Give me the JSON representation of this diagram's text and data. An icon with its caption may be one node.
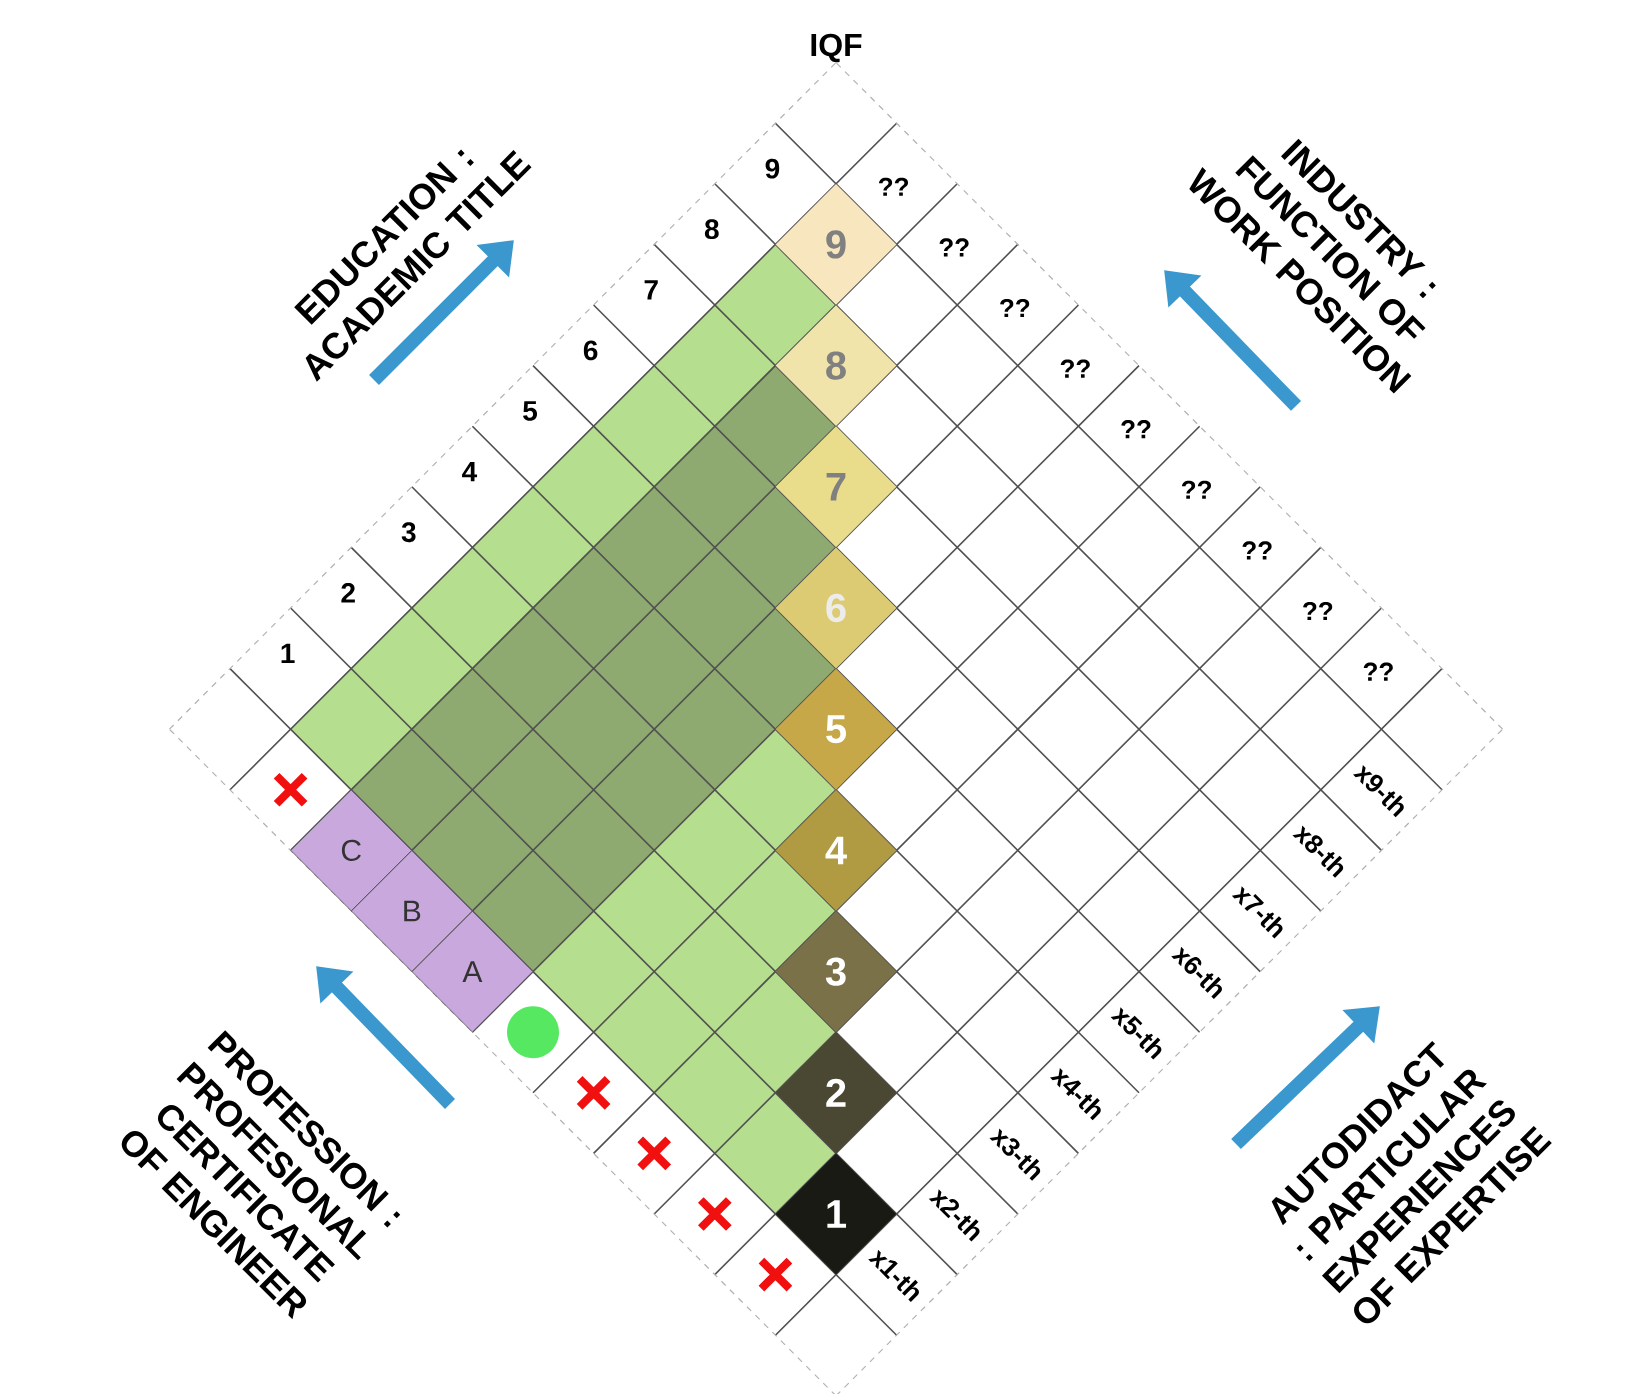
{
  "diagram": {
    "title": "IQF",
    "nodes": [
      {
        "text": [
          "1"
        ]
      },
      {
        "text": [
          "2"
        ]
      },
      {
        "text": [
          "3"
        ]
      },
      {
        "text": [
          "4"
        ]
      },
      {
        "text": [
          "5"
        ]
      },
      {
        "text": [
          "6"
        ]
      },
      {
        "text": [
          "7"
        ]
      },
      {
        "text": [
          "8"
        ]
      },
      {
        "text": [
          "9"
        ]
      },
      {
        "text": [
          "A"
        ]
      },
      {
        "text": [
          "B"
        ]
      },
      {
        "text": [
          "C"
        ]
      }
    ],
    "labels": [
      "EDUCATION : ACADEMIC TITLE",
      "INDUSTRY : FUNCTION OF WORK POSITION",
      "1",
      "2",
      "3",
      "4",
      "5",
      "6",
      "7",
      "8",
      "9",
      "??",
      "??",
      "??",
      "??",
      "??",
      "??",
      "??",
      "??",
      "??",
      "PROFESSION : PROFESIONAL CERTIFICATE OF ENGINEER",
      "AUTODIDACT : PARTICULAR EXPERIENCES OF EXPERTISE",
      "x1-th",
      "x2-th",
      "x3-th",
      "x4-th",
      "x5-th",
      "x6-th",
      "x7-th",
      "x8-th",
      "x9-th"
    ]
  }
}
